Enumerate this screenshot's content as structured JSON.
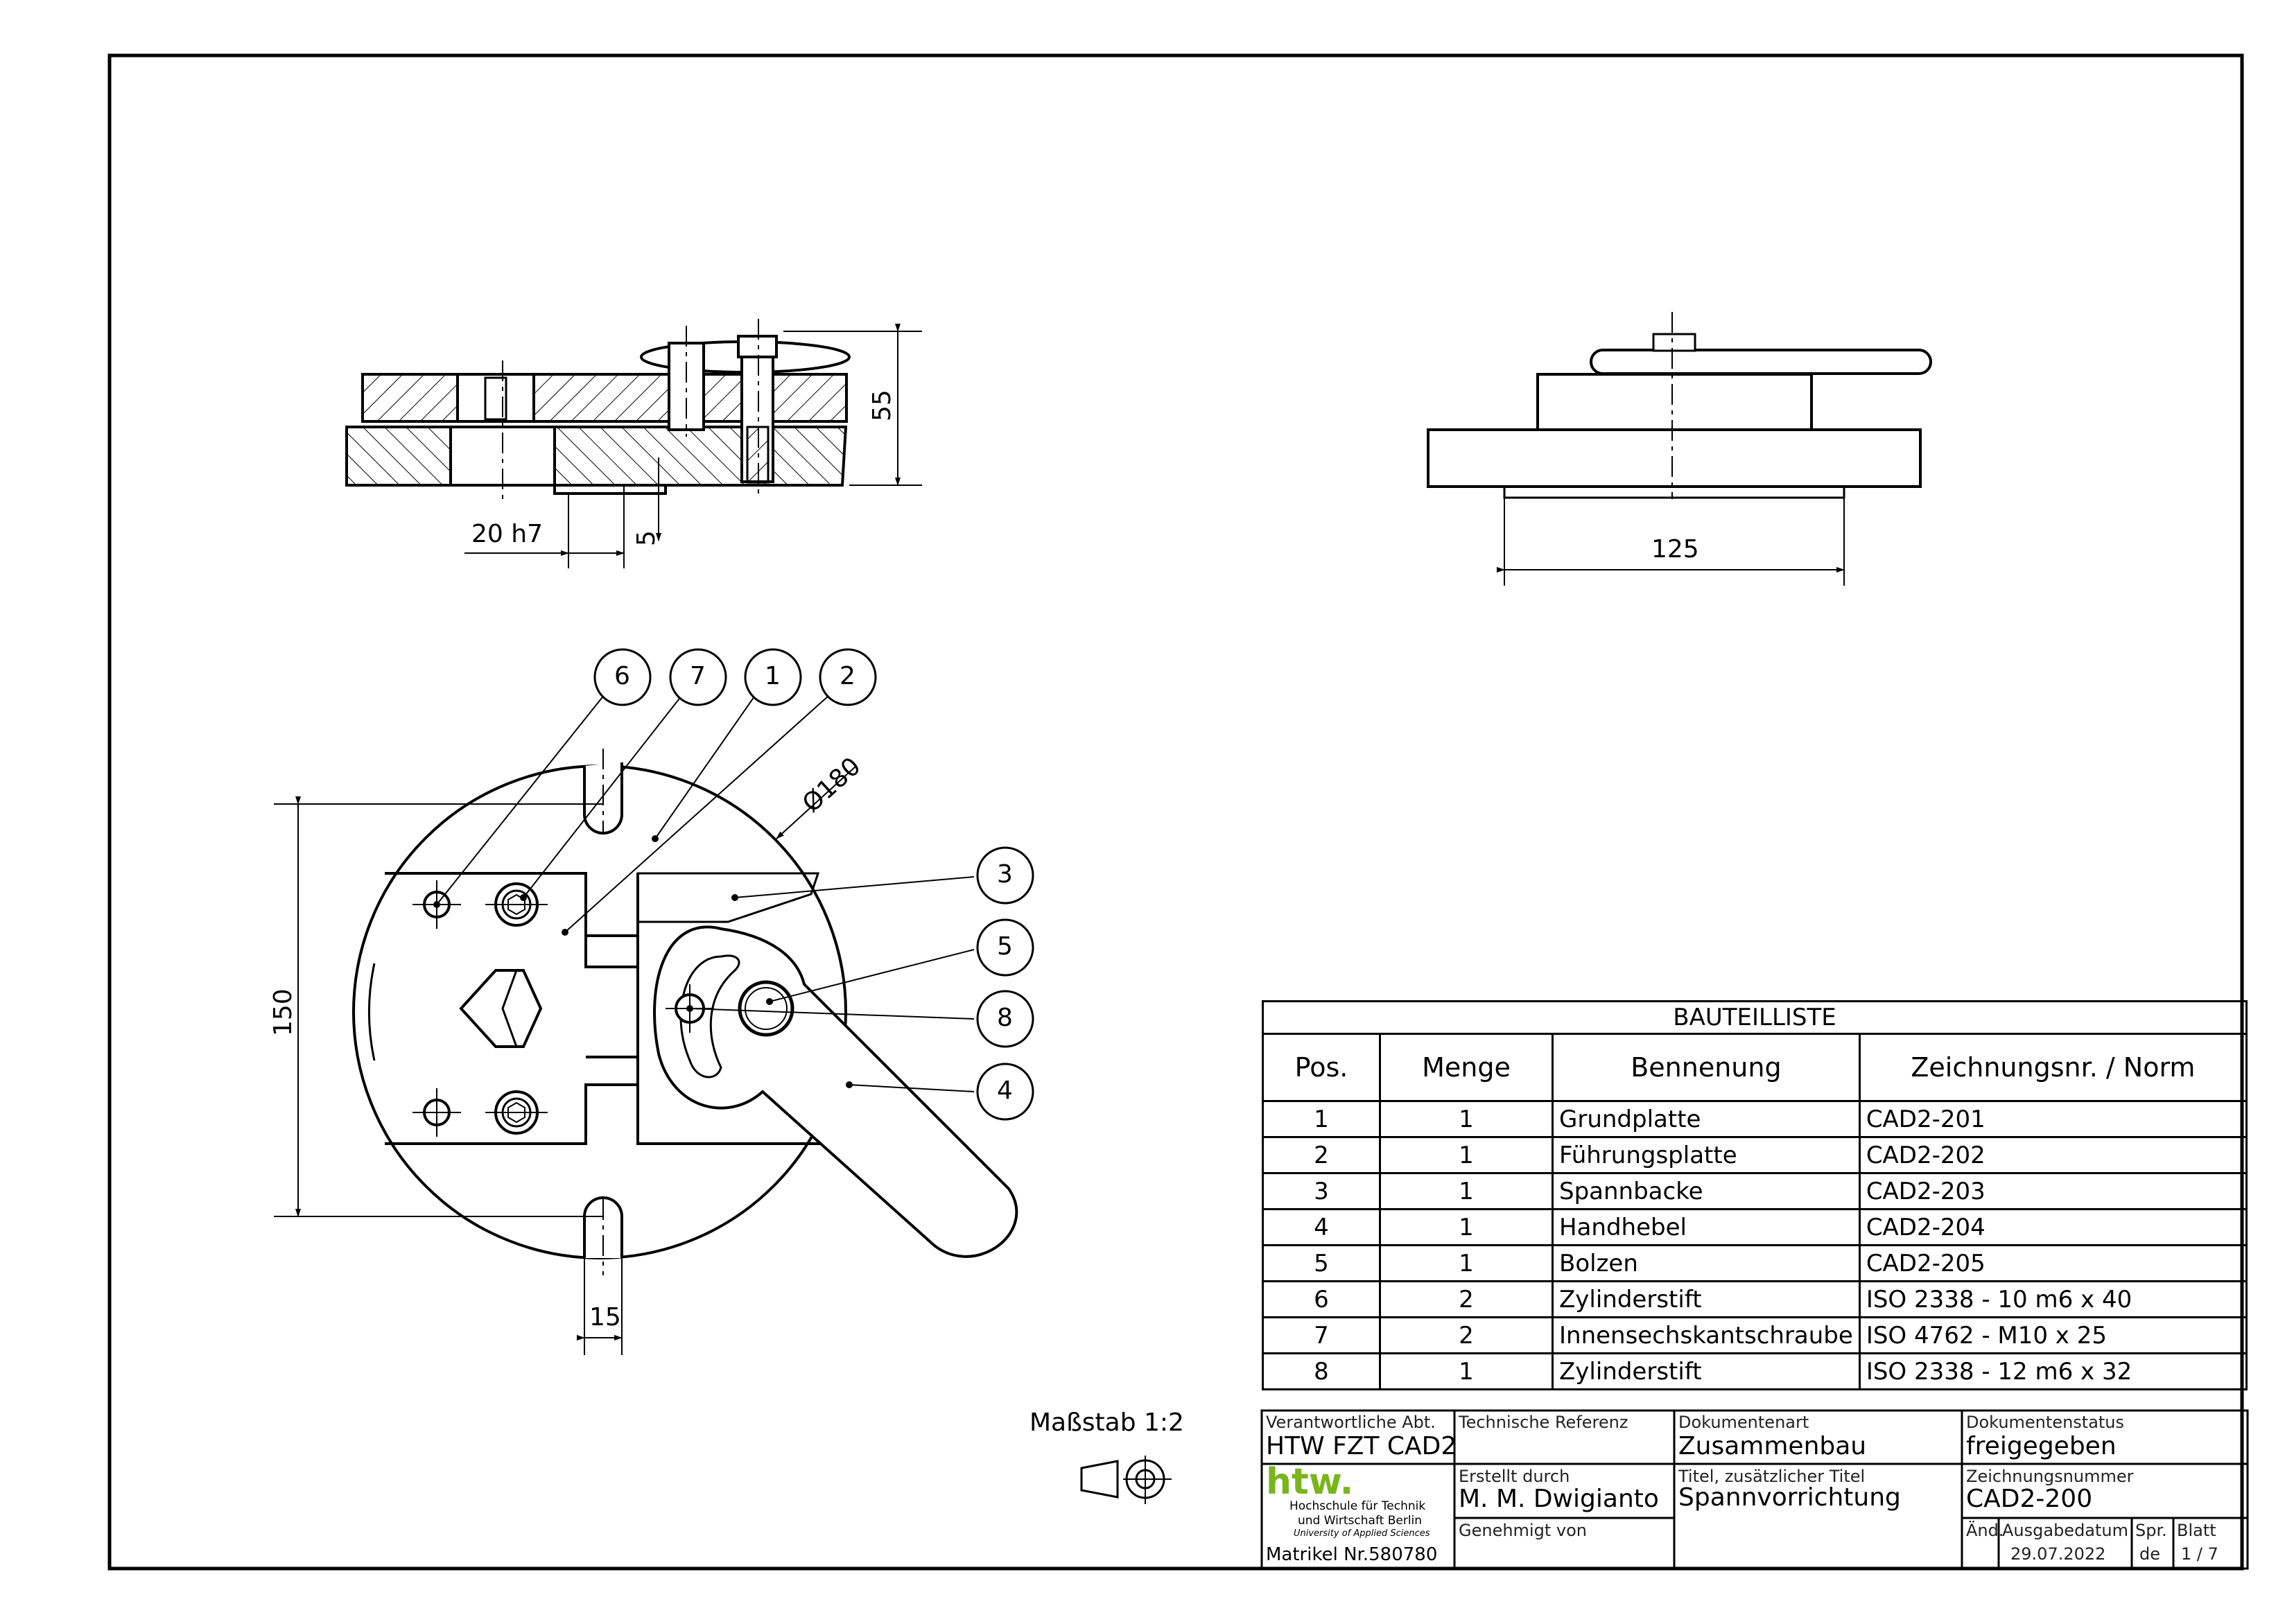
{
  "scale": "Maßstab 1:2",
  "dimensions": {
    "d55": "55",
    "d20h7": "20 h7",
    "d5": "5",
    "d125": "125",
    "d150": "150",
    "d15": "15",
    "dia180": "Ø180"
  },
  "balloons": [
    "6",
    "7",
    "1",
    "2",
    "3",
    "5",
    "8",
    "4"
  ],
  "bom": {
    "title": "BAUTEILLISTE",
    "headers": [
      "Pos.",
      "Menge",
      "Bennenung",
      "Zeichnungsnr. / Norm"
    ],
    "rows": [
      [
        "1",
        "1",
        "Grundplatte",
        "CAD2-201"
      ],
      [
        "2",
        "1",
        "Führungsplatte",
        "CAD2-202"
      ],
      [
        "3",
        "1",
        "Spannbacke",
        "CAD2-203"
      ],
      [
        "4",
        "1",
        "Handhebel",
        "CAD2-204"
      ],
      [
        "5",
        "1",
        "Bolzen",
        "CAD2-205"
      ],
      [
        "6",
        "2",
        "Zylinderstift",
        "ISO 2338 - 10 m6 x 40"
      ],
      [
        "7",
        "2",
        "Innensechskantschraube",
        "ISO 4762 - M10 x 25"
      ],
      [
        "8",
        "1",
        "Zylinderstift",
        "ISO 2338 - 12 m6 x 32"
      ]
    ]
  },
  "titleblock": {
    "dept_label": "Verantwortliche Abt.",
    "dept_value": "HTW FZT CAD2",
    "tech_ref_label": "Technische Referenz",
    "doc_type_label": "Dokumentenart",
    "doc_type_value": "Zusammenbau",
    "doc_status_label": "Dokumentenstatus",
    "doc_status_value": "freigegeben",
    "created_label": "Erstellt durch",
    "created_value": "M. M. Dwigianto",
    "title_label": "Titel, zusätzlicher Titel",
    "title_value": "Spannvorrichtung",
    "drawing_no_label": "Zeichnungsnummer",
    "drawing_no_value": "CAD2-200",
    "approved_label": "Genehmigt von",
    "logo_text": "htw.",
    "uni_line1": "Hochschule für Technik",
    "uni_line2": "und Wirtschaft Berlin",
    "uni_line3": "University of Applied Sciences",
    "matrikel": "Matrikel Nr.580780",
    "rev_label": "Änd.",
    "issue_date_label": "Ausgabedatum",
    "issue_date_value": "29.07.2022",
    "lang_label": "Spr.",
    "lang_value": "de",
    "sheet_label": "Blatt",
    "sheet_value": "1 / 7"
  }
}
